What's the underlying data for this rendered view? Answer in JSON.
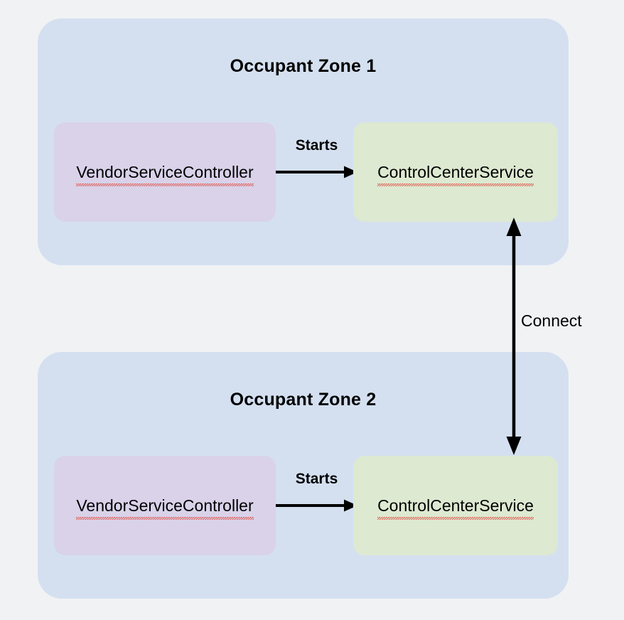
{
  "diagram": {
    "background_color": "#F1F2F4",
    "zones": [
      {
        "title": "Occupant Zone 1",
        "fill": "#D4E0F0",
        "nodes": [
          {
            "label": "VendorServiceController",
            "fill": "#D9D2E9",
            "spellcheck_underline": true
          },
          {
            "label": "ControlCenterService",
            "fill": "#DDE9D1",
            "spellcheck_underline": true
          }
        ],
        "edge_label": "Starts"
      },
      {
        "title": "Occupant Zone 2",
        "fill": "#D4E0F0",
        "nodes": [
          {
            "label": "VendorServiceController",
            "fill": "#D9D2E9",
            "spellcheck_underline": true
          },
          {
            "label": "ControlCenterService",
            "fill": "#DDE9D1",
            "spellcheck_underline": true
          }
        ],
        "edge_label": "Starts"
      }
    ],
    "cross_zone_edge": {
      "label": "Connect",
      "direction": "bidirectional",
      "color": "#000000"
    }
  }
}
